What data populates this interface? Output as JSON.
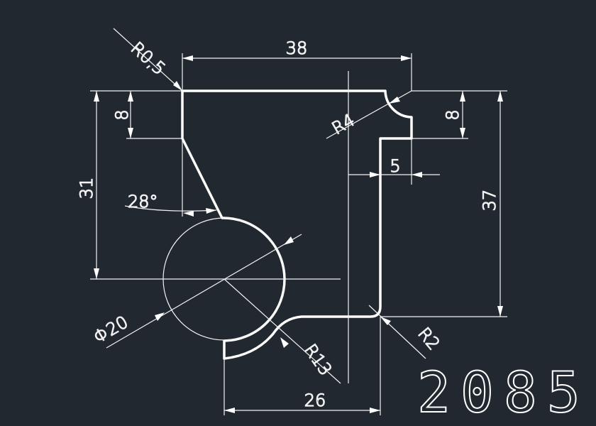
{
  "drawing": {
    "part_number": "2085",
    "dimensions": {
      "width_top": "38",
      "radius_top_left": "R0,5",
      "height_left_step": "8",
      "radius_top_right": "R4",
      "height_right_step": "8",
      "offset_right": "5",
      "height_left": "31",
      "angle": "28°",
      "height_right": "37",
      "diameter": "Φ20",
      "radius_bottom": "R13",
      "radius_corner": "R2",
      "width_bottom": "26"
    }
  }
}
